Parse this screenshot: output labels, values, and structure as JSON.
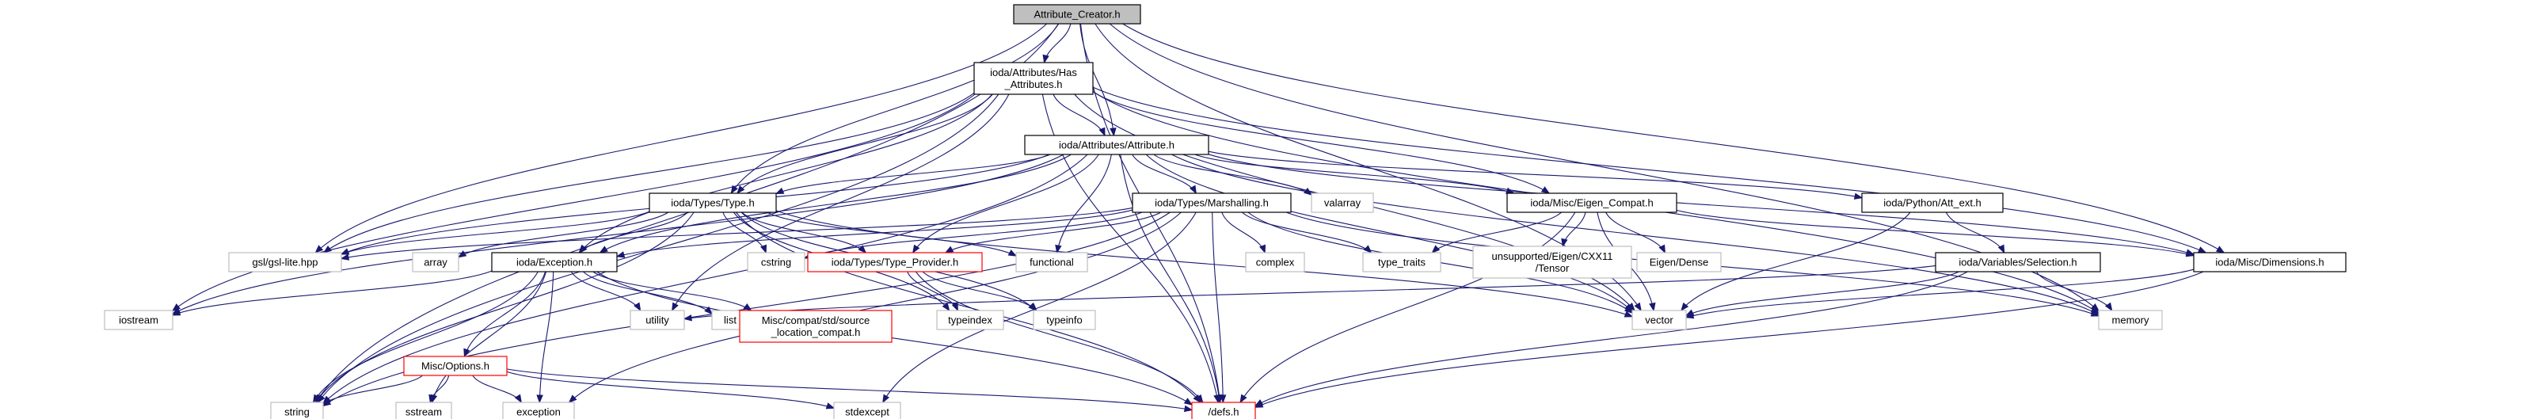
{
  "colors": {
    "edge": "#191970",
    "box_border_normal": "#000000",
    "box_border_system": "#bfbfbf",
    "box_border_undocumented": "#ff0000",
    "root_fill": "#bfbfbf",
    "box_fill": "#ffffff"
  },
  "nodes": [
    {
      "id": "attribute_creator",
      "lines": [
        "Attribute_Creator.h"
      ],
      "kind": "root"
    },
    {
      "id": "has_attributes",
      "lines": [
        "ioda/Attributes/Has",
        "_Attributes.h"
      ],
      "kind": "normal"
    },
    {
      "id": "attribute",
      "lines": [
        "ioda/Attributes/Attribute.h"
      ],
      "kind": "normal"
    },
    {
      "id": "type",
      "lines": [
        "ioda/Types/Type.h"
      ],
      "kind": "normal"
    },
    {
      "id": "marshalling",
      "lines": [
        "ioda/Types/Marshalling.h"
      ],
      "kind": "normal"
    },
    {
      "id": "valarray",
      "lines": [
        "valarray"
      ],
      "kind": "system"
    },
    {
      "id": "eigen_compat",
      "lines": [
        "ioda/Misc/Eigen_Compat.h"
      ],
      "kind": "normal"
    },
    {
      "id": "att_ext",
      "lines": [
        "ioda/Python/Att_ext.h"
      ],
      "kind": "normal"
    },
    {
      "id": "gsl_lite",
      "lines": [
        "gsl/gsl-lite.hpp"
      ],
      "kind": "system"
    },
    {
      "id": "array",
      "lines": [
        "array"
      ],
      "kind": "system"
    },
    {
      "id": "exception_h",
      "lines": [
        "ioda/Exception.h"
      ],
      "kind": "normal"
    },
    {
      "id": "cstring",
      "lines": [
        "cstring"
      ],
      "kind": "system"
    },
    {
      "id": "type_provider",
      "lines": [
        "ioda/Types/Type_Provider.h"
      ],
      "kind": "undocumented"
    },
    {
      "id": "functional",
      "lines": [
        "functional"
      ],
      "kind": "system"
    },
    {
      "id": "complex",
      "lines": [
        "complex"
      ],
      "kind": "system"
    },
    {
      "id": "type_traits",
      "lines": [
        "type_traits"
      ],
      "kind": "system"
    },
    {
      "id": "eigen_tensor",
      "lines": [
        "unsupported/Eigen/CXX11",
        "/Tensor"
      ],
      "kind": "system"
    },
    {
      "id": "eigen_dense",
      "lines": [
        "Eigen/Dense"
      ],
      "kind": "system"
    },
    {
      "id": "selection",
      "lines": [
        "ioda/Variables/Selection.h"
      ],
      "kind": "normal"
    },
    {
      "id": "dimensions",
      "lines": [
        "ioda/Misc/Dimensions.h"
      ],
      "kind": "normal"
    },
    {
      "id": "iostream",
      "lines": [
        "iostream"
      ],
      "kind": "system"
    },
    {
      "id": "utility",
      "lines": [
        "utility"
      ],
      "kind": "system"
    },
    {
      "id": "list",
      "lines": [
        "list"
      ],
      "kind": "system"
    },
    {
      "id": "source_location",
      "lines": [
        "Misc/compat/std/source",
        "_location_compat.h"
      ],
      "kind": "undocumented"
    },
    {
      "id": "typeindex",
      "lines": [
        "typeindex"
      ],
      "kind": "system"
    },
    {
      "id": "typeinfo",
      "lines": [
        "typeinfo"
      ],
      "kind": "system"
    },
    {
      "id": "vector",
      "lines": [
        "vector"
      ],
      "kind": "system"
    },
    {
      "id": "memory",
      "lines": [
        "memory"
      ],
      "kind": "system"
    },
    {
      "id": "options",
      "lines": [
        "Misc/Options.h"
      ],
      "kind": "undocumented"
    },
    {
      "id": "string",
      "lines": [
        "string"
      ],
      "kind": "system"
    },
    {
      "id": "sstream",
      "lines": [
        "sstream"
      ],
      "kind": "system"
    },
    {
      "id": "exception",
      "lines": [
        "exception"
      ],
      "kind": "system"
    },
    {
      "id": "stdexcept",
      "lines": [
        "stdexcept"
      ],
      "kind": "system"
    },
    {
      "id": "defs",
      "lines": [
        "/defs.h"
      ],
      "kind": "undocumented"
    }
  ],
  "edges": [
    [
      "attribute_creator",
      "has_attributes"
    ],
    [
      "attribute_creator",
      "attribute"
    ],
    [
      "attribute_creator",
      "type"
    ],
    [
      "attribute_creator",
      "gsl_lite"
    ],
    [
      "attribute_creator",
      "string"
    ],
    [
      "attribute_creator",
      "dimensions"
    ],
    [
      "attribute_creator",
      "memory"
    ],
    [
      "attribute_creator",
      "vector"
    ],
    [
      "attribute_creator",
      "defs"
    ],
    [
      "has_attributes",
      "attribute"
    ],
    [
      "has_attributes",
      "type"
    ],
    [
      "has_attributes",
      "exception_h"
    ],
    [
      "has_attributes",
      "eigen_compat"
    ],
    [
      "has_attributes",
      "dimensions"
    ],
    [
      "has_attributes",
      "gsl_lite"
    ],
    [
      "has_attributes",
      "iostream"
    ],
    [
      "has_attributes",
      "utility"
    ],
    [
      "has_attributes",
      "string"
    ],
    [
      "has_attributes",
      "vector"
    ],
    [
      "has_attributes",
      "memory"
    ],
    [
      "has_attributes",
      "defs"
    ],
    [
      "attribute",
      "type"
    ],
    [
      "attribute",
      "marshalling"
    ],
    [
      "attribute",
      "valarray"
    ],
    [
      "attribute",
      "eigen_compat"
    ],
    [
      "attribute",
      "att_ext"
    ],
    [
      "attribute",
      "gsl_lite"
    ],
    [
      "attribute",
      "exception_h"
    ],
    [
      "attribute",
      "type_provider"
    ],
    [
      "attribute",
      "functional"
    ],
    [
      "attribute",
      "dimensions"
    ],
    [
      "attribute",
      "iostream"
    ],
    [
      "attribute",
      "string"
    ],
    [
      "attribute",
      "vector"
    ],
    [
      "attribute",
      "memory"
    ],
    [
      "attribute",
      "defs"
    ],
    [
      "type",
      "gsl_lite"
    ],
    [
      "type",
      "array"
    ],
    [
      "type",
      "exception_h"
    ],
    [
      "type",
      "cstring"
    ],
    [
      "type",
      "type_provider"
    ],
    [
      "type",
      "functional"
    ],
    [
      "type",
      "typeindex"
    ],
    [
      "type",
      "typeinfo"
    ],
    [
      "type",
      "vector"
    ],
    [
      "type",
      "string"
    ],
    [
      "type",
      "defs"
    ],
    [
      "marshalling",
      "gsl_lite"
    ],
    [
      "marshalling",
      "exception_h"
    ],
    [
      "marshalling",
      "cstring"
    ],
    [
      "marshalling",
      "type_provider"
    ],
    [
      "marshalling",
      "complex"
    ],
    [
      "marshalling",
      "type_traits"
    ],
    [
      "marshalling",
      "memory"
    ],
    [
      "marshalling",
      "vector"
    ],
    [
      "marshalling",
      "string"
    ],
    [
      "marshalling",
      "exception"
    ],
    [
      "marshalling",
      "stdexcept"
    ],
    [
      "marshalling",
      "defs"
    ],
    [
      "eigen_compat",
      "type_traits"
    ],
    [
      "eigen_compat",
      "eigen_tensor"
    ],
    [
      "eigen_compat",
      "eigen_dense"
    ],
    [
      "eigen_compat",
      "vector"
    ],
    [
      "eigen_compat",
      "dimensions"
    ],
    [
      "eigen_compat",
      "defs"
    ],
    [
      "att_ext",
      "selection"
    ],
    [
      "att_ext",
      "vector"
    ],
    [
      "selection",
      "vector"
    ],
    [
      "selection",
      "memory"
    ],
    [
      "selection",
      "utility"
    ],
    [
      "selection",
      "defs"
    ],
    [
      "dimensions",
      "vector"
    ],
    [
      "dimensions",
      "defs"
    ],
    [
      "exception_h",
      "iostream"
    ],
    [
      "exception_h",
      "utility"
    ],
    [
      "exception_h",
      "list"
    ],
    [
      "exception_h",
      "source_location"
    ],
    [
      "exception_h",
      "options"
    ],
    [
      "exception_h",
      "string"
    ],
    [
      "exception_h",
      "exception"
    ],
    [
      "exception_h",
      "sstream"
    ],
    [
      "exception_h",
      "defs"
    ],
    [
      "type_provider",
      "typeindex"
    ],
    [
      "type_provider",
      "typeinfo"
    ],
    [
      "type_provider",
      "defs"
    ],
    [
      "options",
      "string"
    ],
    [
      "options",
      "sstream"
    ],
    [
      "options",
      "exception"
    ],
    [
      "options",
      "stdexcept"
    ],
    [
      "options",
      "defs"
    ]
  ]
}
